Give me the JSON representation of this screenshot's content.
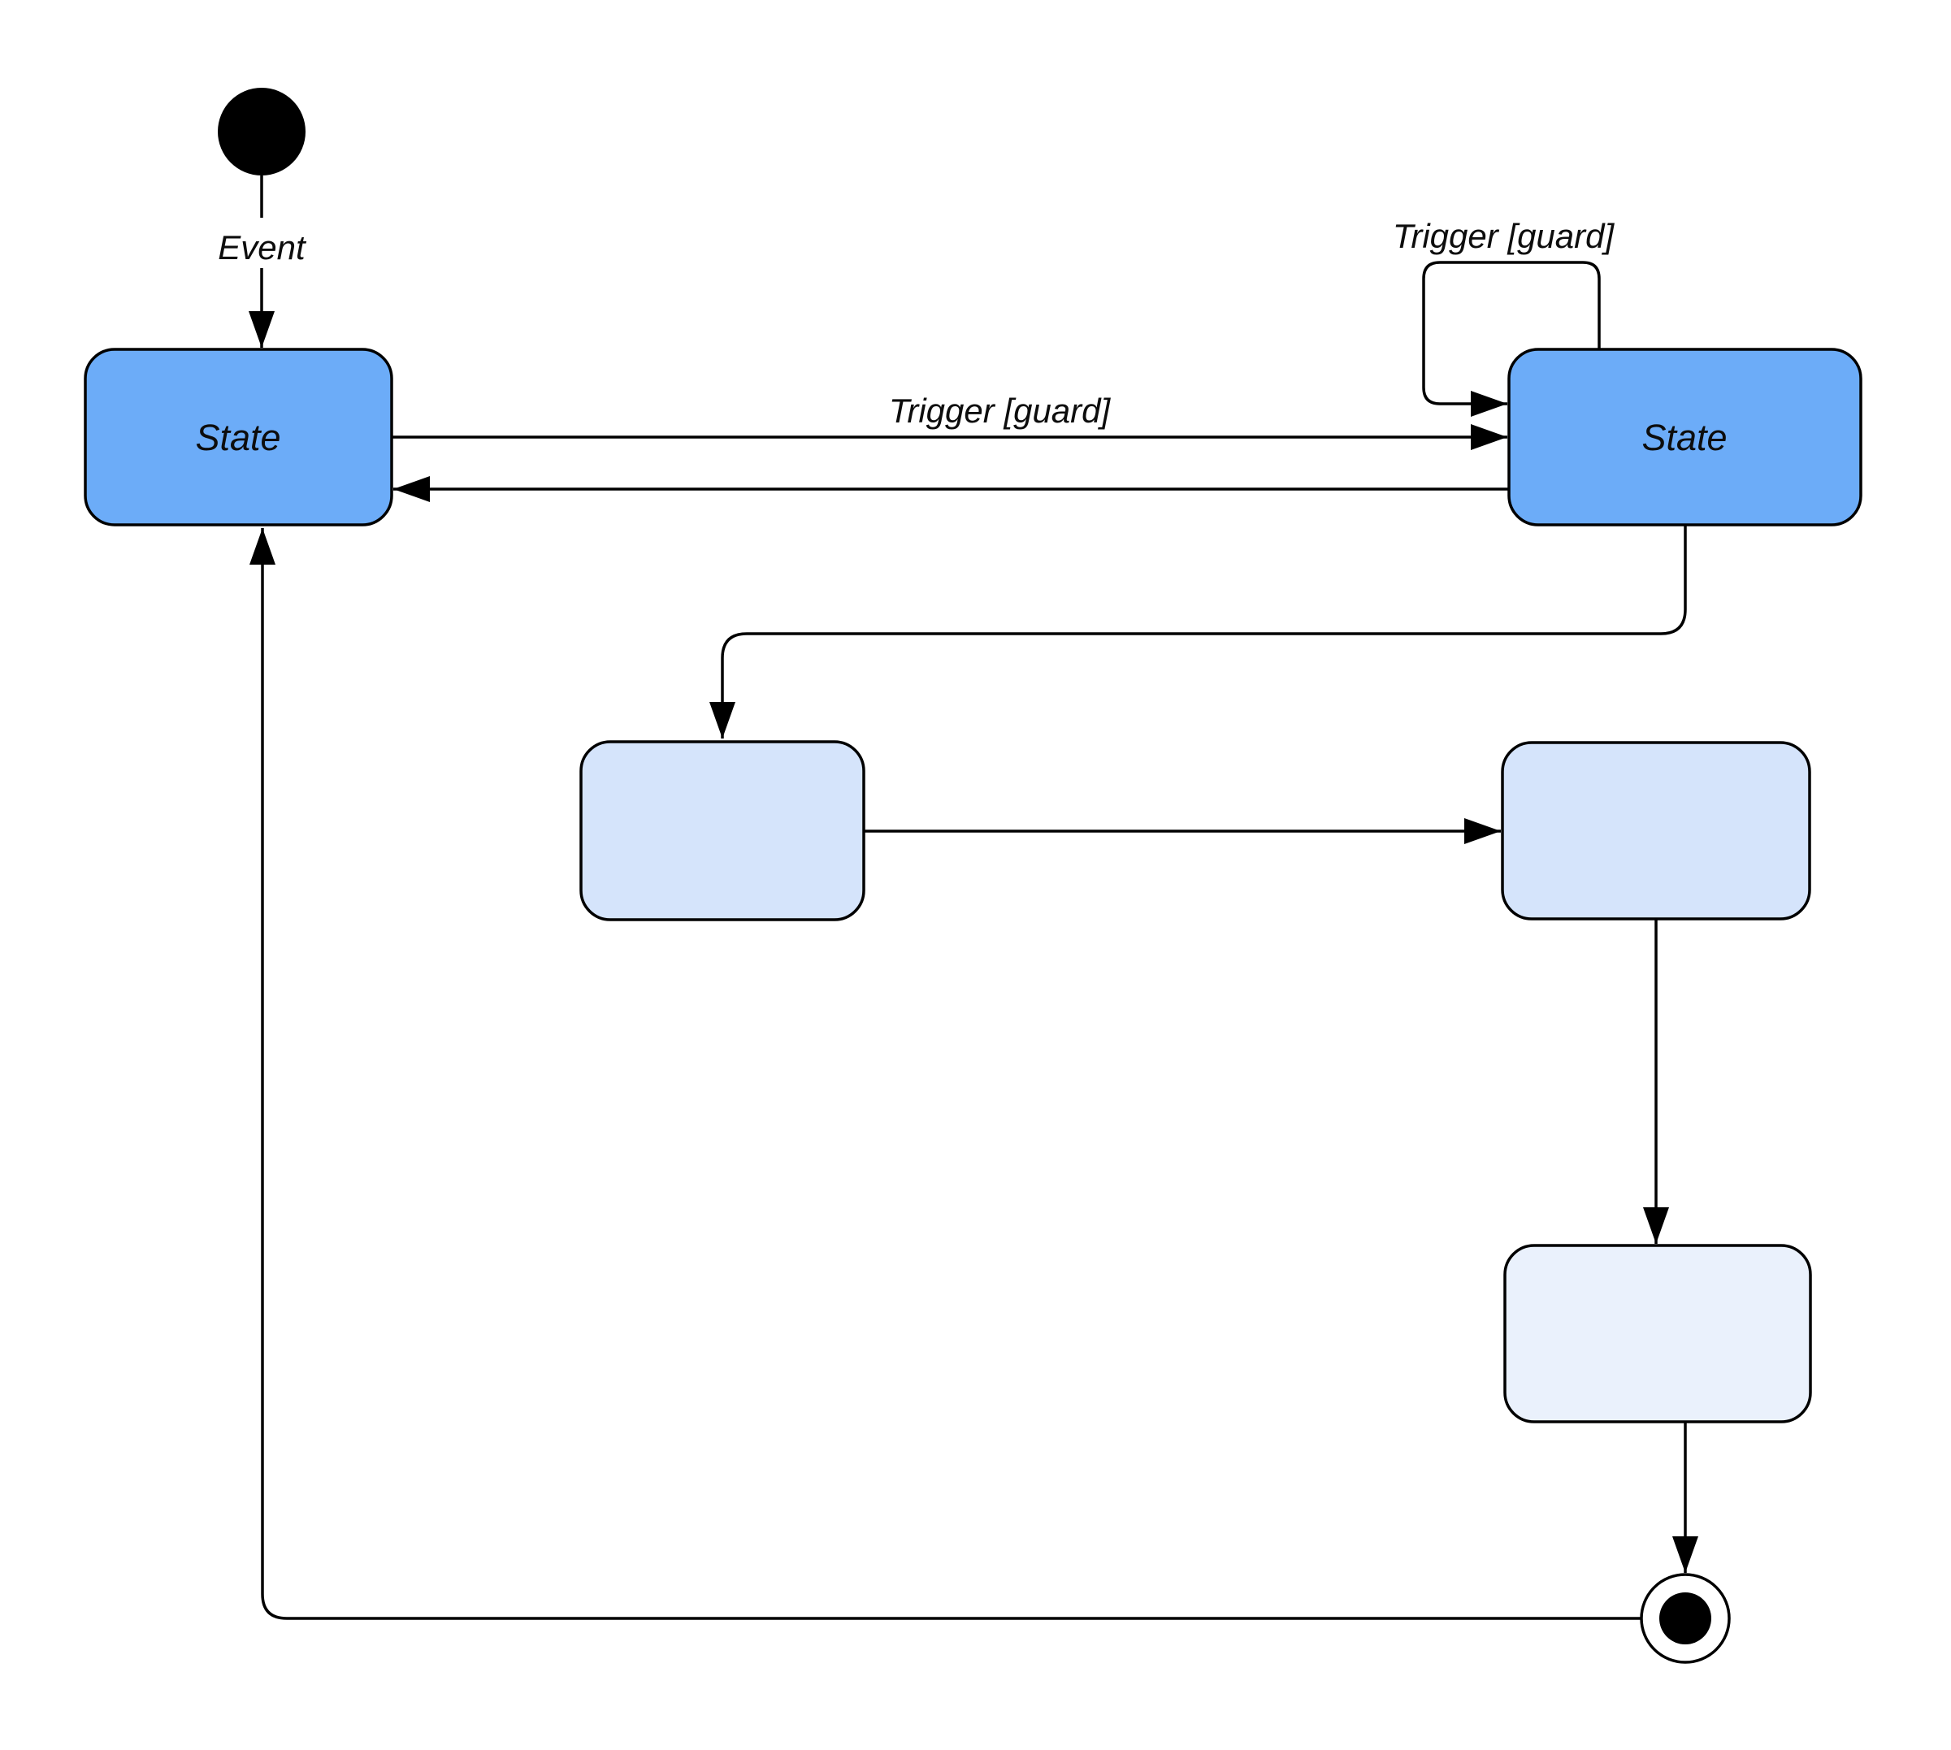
{
  "diagram": {
    "type": "uml-state-diagram",
    "colors": {
      "stroke": "#000000",
      "state_fill": "#6CACF8",
      "substate_fill": "#D5E4FB",
      "substate_fill_light": "#EAF1FC",
      "initial_final_fill": "#000000",
      "background": "#FFFFFF",
      "text": "#0D0D0D"
    },
    "nodes": {
      "initial": {
        "kind": "initial-state"
      },
      "state_left": {
        "label": "State"
      },
      "state_right": {
        "label": "State"
      },
      "substate_1": {
        "label": ""
      },
      "substate_2": {
        "label": ""
      },
      "substate_3": {
        "label": ""
      },
      "final": {
        "kind": "final-state"
      }
    },
    "transitions": [
      {
        "from": "initial",
        "to": "state_left",
        "label": "Event"
      },
      {
        "from": "state_right",
        "to": "state_right",
        "label": "Trigger [guard]"
      },
      {
        "from": "state_left",
        "to": "state_right",
        "label": "Trigger [guard]"
      },
      {
        "from": "state_right",
        "to": "state_left",
        "label": ""
      },
      {
        "from": "state_right",
        "to": "substate_1",
        "label": ""
      },
      {
        "from": "substate_1",
        "to": "substate_2",
        "label": ""
      },
      {
        "from": "substate_2",
        "to": "substate_3",
        "label": ""
      },
      {
        "from": "substate_3",
        "to": "final",
        "label": ""
      },
      {
        "from": "final",
        "to": "state_left",
        "label": ""
      }
    ]
  }
}
